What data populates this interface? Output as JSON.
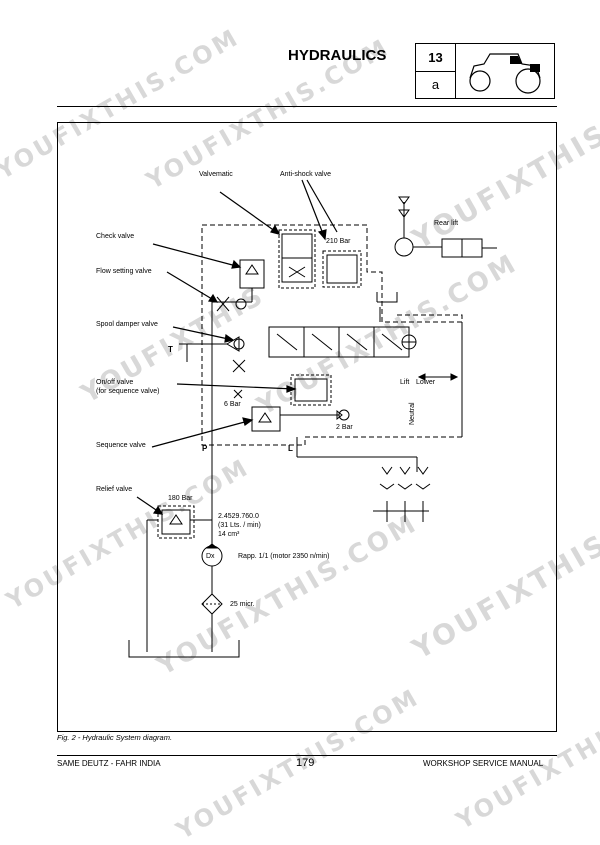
{
  "header": {
    "title": "HYDRAULICS",
    "chapter_number": "13",
    "chapter_section": "a",
    "tractor_icon": "tractor-icon"
  },
  "diagram": {
    "labels": {
      "valvematic": "Valvematic",
      "anti_shock_valve": "Anti-shock valve",
      "check_valve": "Check valve",
      "flow_setting_valve": "Flow setting valve",
      "spool_damper_valve": "Spool damper valve",
      "on_off_valve": "On/off valve",
      "for_sequence_valve": "(for sequence valve)",
      "sequence_valve": "Sequence valve",
      "relief_valve": "Relief valve",
      "rear_lift": "Rear lift",
      "bar_210": "210 Bar",
      "bar_180": "180 Bar",
      "bar_6": "6 Bar",
      "bar_2": "2 Bar",
      "port_p": "P",
      "port_l": "L",
      "port_t": "T",
      "lift": "Lift",
      "lower": "Lower",
      "neutral": "Neutral",
      "pump_code": "2.4529.760.0",
      "pump_flow": "(31 Lts. / min)",
      "pump_displacement": "14 cm³",
      "pump_symbol": "Dx",
      "pump_ratio": "Rapp. 1/1 (motor 2350 n/min)",
      "filter": "25 micr."
    }
  },
  "caption": "Fig. 2 - Hydraulic System diagram.",
  "footer": {
    "left": "SAME  DEUTZ - FAHR INDIA",
    "page": "179",
    "right": "WORKSHOP SERVICE MANUAL"
  },
  "watermark": {
    "text_a": "YOUFIXTHIS.COM",
    "text_b": "YOUFIXTHIS"
  }
}
